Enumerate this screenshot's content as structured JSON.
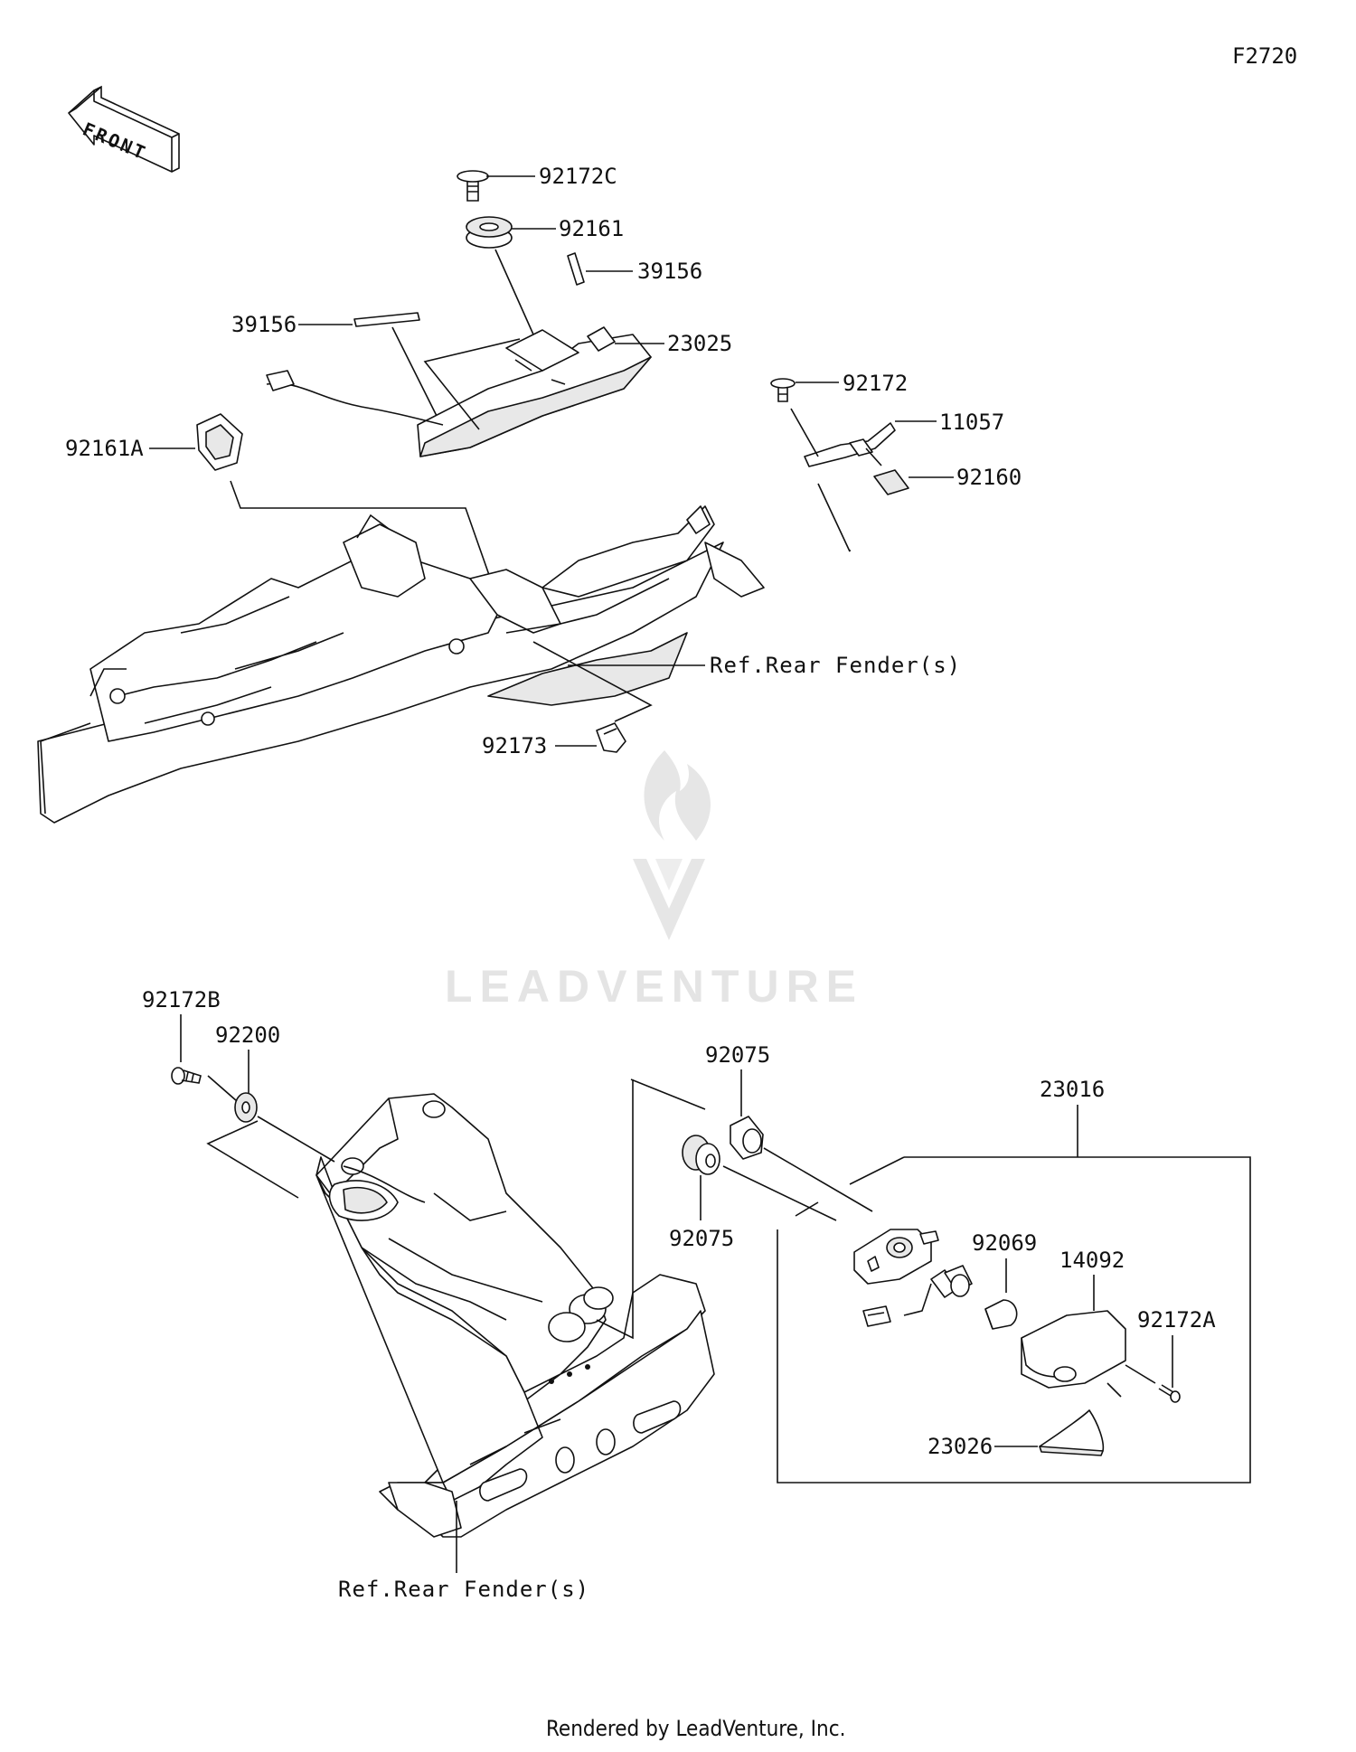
{
  "figure_id": "F2720",
  "front_label": "FRONT",
  "watermark": "LEADVENTURE",
  "footer": "Rendered by LeadVenture, Inc.",
  "callouts": {
    "c92172C": "92172C",
    "c92161": "92161",
    "c39156_right": "39156",
    "c39156_left": "39156",
    "c23025": "23025",
    "c92172": "92172",
    "c11057": "11057",
    "c92161A": "92161A",
    "c92160": "92160",
    "ref_top": "Ref.Rear Fender(s)",
    "c92173": "92173",
    "c92172B": "92172B",
    "c92200": "92200",
    "c92075_top": "92075",
    "c23016": "23016",
    "c92075_bottom": "92075",
    "c92069": "92069",
    "c14092": "14092",
    "c92172A": "92172A",
    "c23026": "23026",
    "ref_bottom": "Ref.Rear Fender(s)"
  }
}
